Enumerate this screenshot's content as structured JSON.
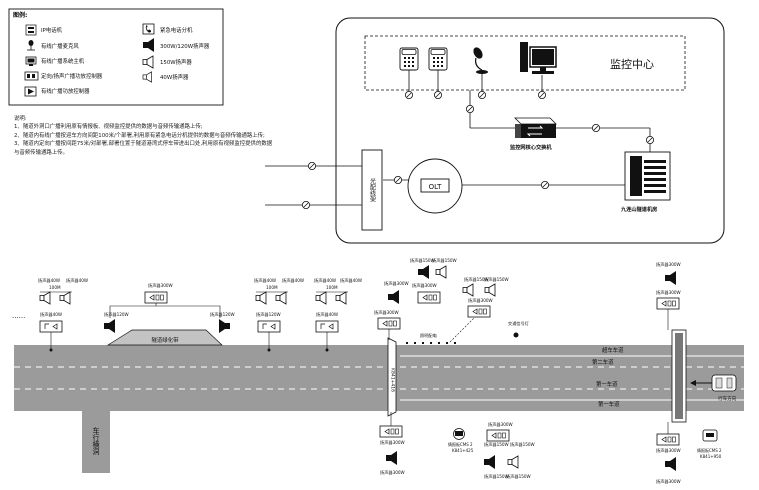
{
  "legend": {
    "title": "图例:",
    "items": [
      {
        "icon": "ip-phone-icon",
        "label": "IP电话机"
      },
      {
        "icon": "emergency-phone-icon",
        "label": "紧急电话分机"
      },
      {
        "icon": "microphone-icon",
        "label": "有线广播麦克风"
      },
      {
        "icon": "speaker-300w-icon",
        "label": "300W/120W扬声器"
      },
      {
        "icon": "host-icon",
        "label": "有线广播系统主机"
      },
      {
        "icon": "speaker-150w-icon",
        "label": "150W扬声器"
      },
      {
        "icon": "controller-icon",
        "label": "定向/扬声广播功放控制器"
      },
      {
        "icon": "speaker-40w-icon",
        "label": "40W扬声器"
      },
      {
        "icon": "amp-controller-icon",
        "label": "有线广播功放控制器"
      }
    ]
  },
  "notes": {
    "title": "说明:",
    "lines": [
      "1、隧道外洞口广播利用原有情报板、视频监控提供的数据与音频传输通路上传;",
      "2、隧道内有线广播按迎车方向间距100米/个部署,利用原有紧急电话分机提供的数据与音频传输通路上传;",
      "3、隧道内定向广播按间距75米/对部署,部署位置于隧道港湾式停车带进出口处,利用原有视频监控提供的数据与音频传输通路上传。"
    ]
  },
  "network": {
    "center_label": "监控中心",
    "switch_label": "监控网核心交换机",
    "room_label": "九连山隧道机房",
    "olt_label": "OLT",
    "odf_label": "光配线架"
  },
  "site": {
    "green_belt": "隧道绿化带",
    "portal_label": "K841+416",
    "bypass_label": "车行横洞",
    "lanes": [
      "超车车道",
      "第二车道",
      "第一车道",
      "第一车道"
    ],
    "traffic_label": "行车方向",
    "power_label": "照明配电",
    "signal_label": "交通信号灯",
    "amp_label_bottom": "情报板CMS 2\nK841+425",
    "amp_label_right": "情报板CMS 2\nK841+950",
    "speaker_labels": {
      "s40": "扬声器40W",
      "s120": "扬声器120W",
      "s150": "扬声器150W",
      "s300": "扬声器300W"
    },
    "distance_labels": [
      "100M",
      "100M",
      "100M"
    ],
    "dots": "......"
  }
}
